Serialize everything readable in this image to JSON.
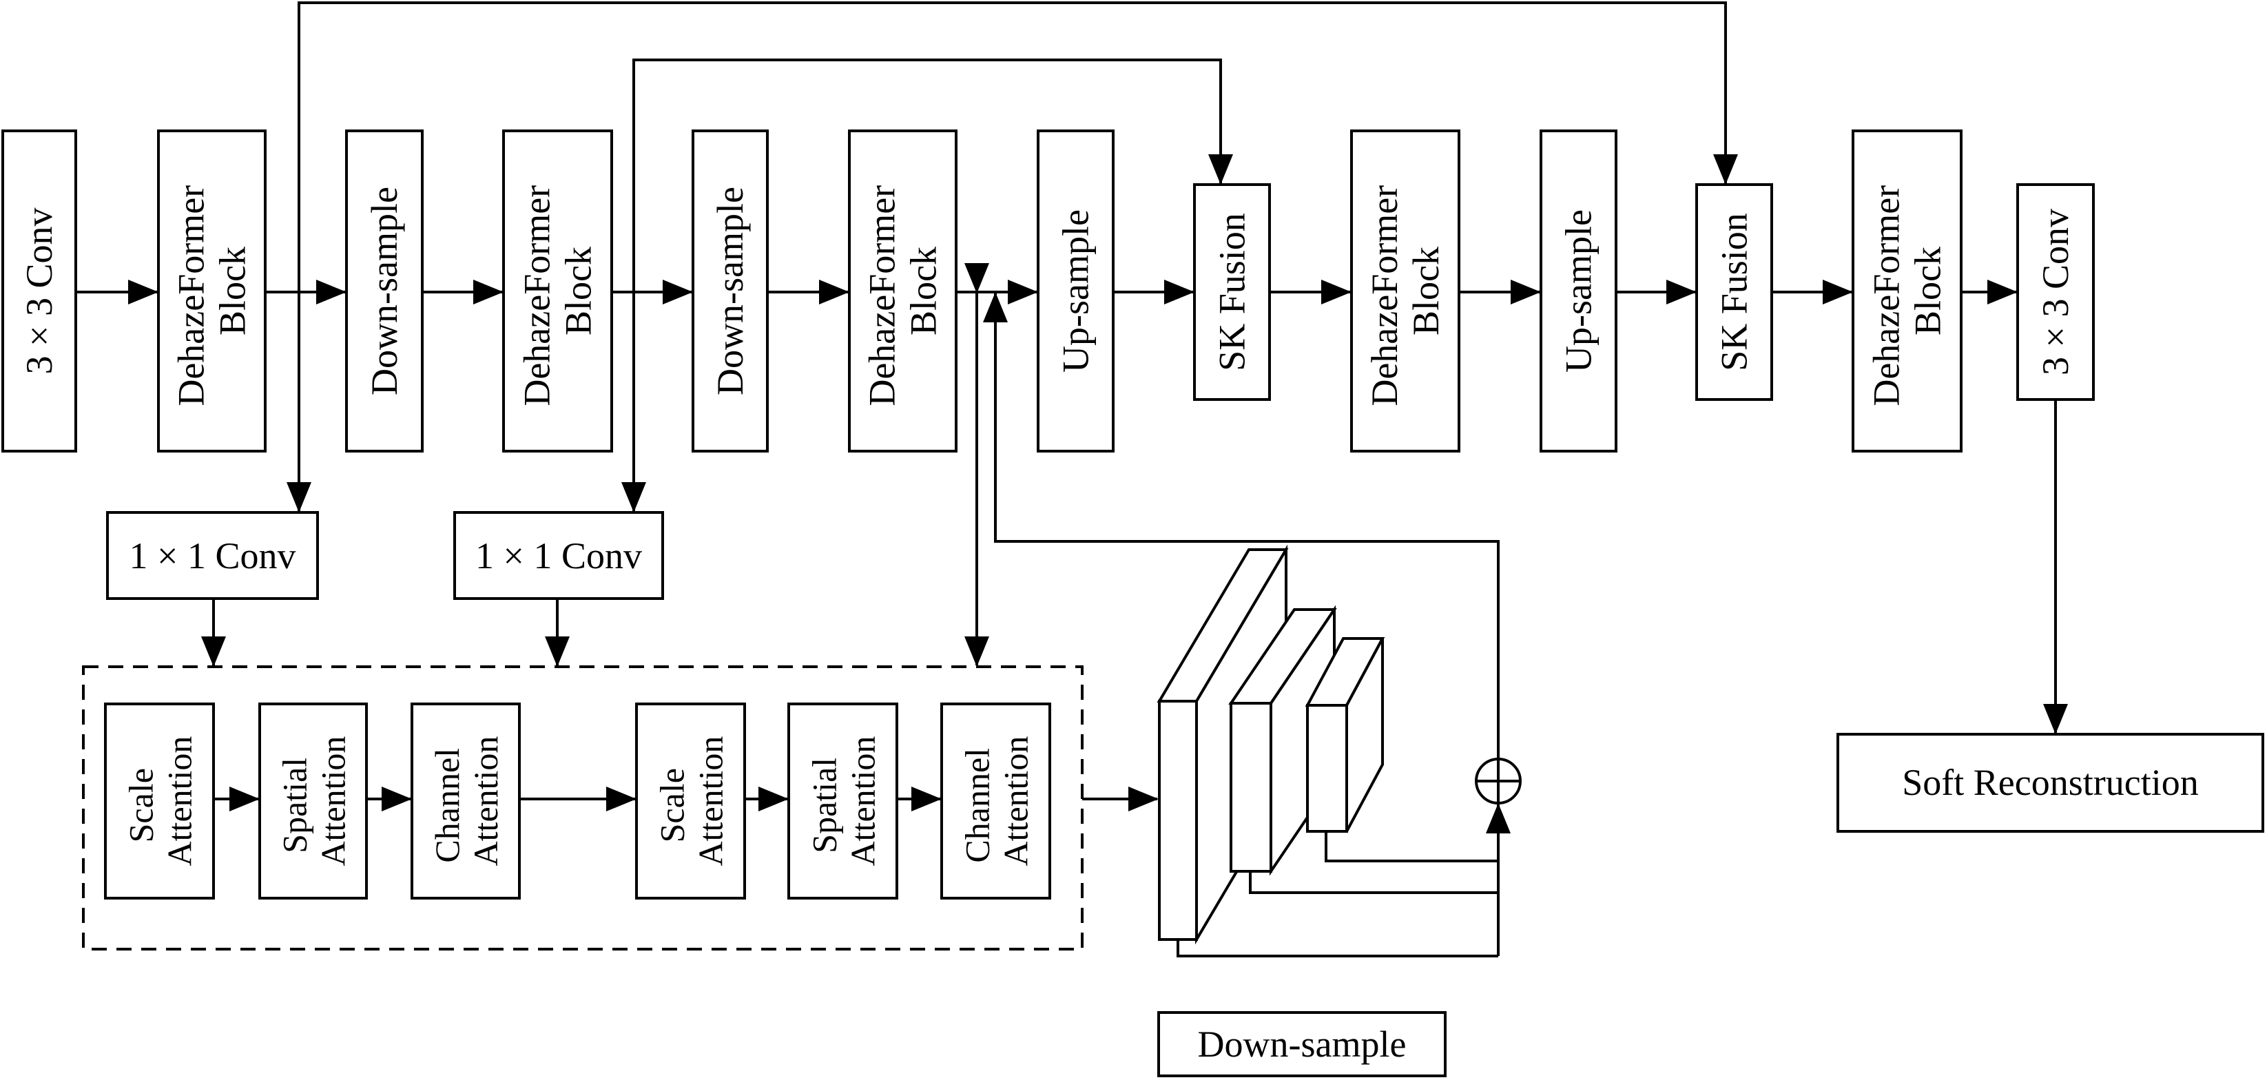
{
  "colors": {
    "stroke": "#000000",
    "background": "#ffffff"
  },
  "top_row": [
    {
      "id": "conv3x3_in",
      "lines": [
        "3 × 3 Conv"
      ]
    },
    {
      "id": "dehaze1",
      "lines": [
        "DehazeFormer",
        "Block"
      ]
    },
    {
      "id": "down1",
      "lines": [
        "Down-sample"
      ]
    },
    {
      "id": "dehaze2",
      "lines": [
        "DehazeFormer",
        "Block"
      ]
    },
    {
      "id": "down2",
      "lines": [
        "Down-sample"
      ]
    },
    {
      "id": "dehaze3",
      "lines": [
        "DehazeFormer",
        "Block"
      ]
    },
    {
      "id": "up1",
      "lines": [
        "Up-sample"
      ]
    },
    {
      "id": "sk1",
      "lines": [
        "SK Fusion"
      ]
    },
    {
      "id": "dehaze4",
      "lines": [
        "DehazeFormer",
        "Block"
      ]
    },
    {
      "id": "up2",
      "lines": [
        "Up-sample"
      ]
    },
    {
      "id": "sk2",
      "lines": [
        "SK Fusion"
      ]
    },
    {
      "id": "dehaze5",
      "lines": [
        "DehazeFormer",
        "Block"
      ]
    },
    {
      "id": "conv3x3_out",
      "lines": [
        "3 × 3 Conv"
      ]
    }
  ],
  "conv1x1": [
    {
      "id": "conv1x1_a",
      "label": "1 × 1 Conv"
    },
    {
      "id": "conv1x1_b",
      "label": "1 × 1 Conv"
    }
  ],
  "attention": [
    {
      "id": "att1",
      "lines": [
        "Scale",
        "Attention"
      ]
    },
    {
      "id": "att2",
      "lines": [
        "Spatial",
        "Attention"
      ]
    },
    {
      "id": "att3",
      "lines": [
        "Channel",
        "Attention"
      ]
    },
    {
      "id": "att4",
      "lines": [
        "Scale",
        "Attention"
      ]
    },
    {
      "id": "att5",
      "lines": [
        "Spatial",
        "Attention"
      ]
    },
    {
      "id": "att6",
      "lines": [
        "Channel",
        "Attention"
      ]
    }
  ],
  "soft_reconstruction": "Soft Reconstruction",
  "downsample_caption": "Down-sample",
  "add_symbol": "add-circle-icon"
}
